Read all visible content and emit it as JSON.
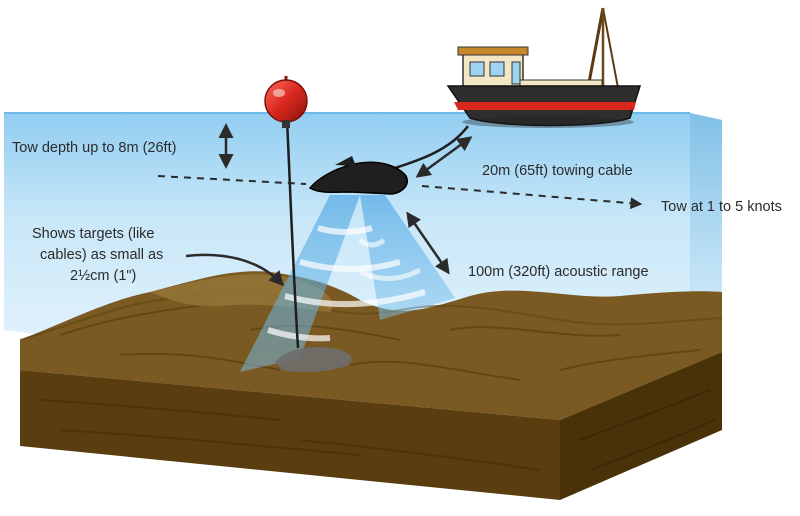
{
  "labels": {
    "tow_depth": "Tow depth up to 8m (26ft)",
    "towing_cable": "20m (65ft) towing cable",
    "tow_speed": "Tow at 1 to 5 knots",
    "acoustic_range": "100m (320ft) acoustic range",
    "targets_line1": "Shows targets (like",
    "targets_line2": "cables) as small as",
    "targets_line3": "2½cm (1\")"
  },
  "colors": {
    "water_top": "#9fd3f2",
    "water_bottom": "#e9f5fc",
    "seabed_top": "#7a5a22",
    "seabed_front": "#5a3e10",
    "seabed_side": "#4a3208",
    "buoy": "#d8281e",
    "boat_hull": "#2e2e2e",
    "boat_stripe": "#d8281e",
    "boat_cabin": "#f3e6c4",
    "sonar_beam": "#5aaee3",
    "arrow": "#2b2b2b"
  },
  "icons": {
    "boat": "fishing-boat-icon",
    "buoy": "marker-buoy-icon",
    "towfish": "sonar-towfish-icon"
  }
}
